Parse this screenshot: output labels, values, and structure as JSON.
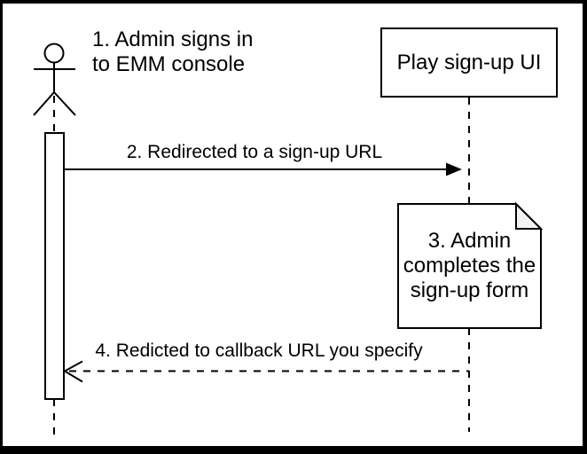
{
  "colors": {
    "stroke": "#000000",
    "fill": "#ffffff",
    "background": "#ffffff",
    "note_fold": "#f2f2f2"
  },
  "actor": {
    "note": {
      "line1": "1. Admin signs in",
      "line2": "to EMM console"
    }
  },
  "participants": {
    "play_ui": {
      "label": "Play sign-up UI"
    }
  },
  "messages": {
    "redirect": {
      "label": "2. Redirected to a sign-up URL"
    },
    "callback": {
      "label": "4. Redicted to callback URL you specify"
    }
  },
  "note": {
    "line1": "3. Admin",
    "line2": "completes the",
    "line3": "sign-up form"
  }
}
